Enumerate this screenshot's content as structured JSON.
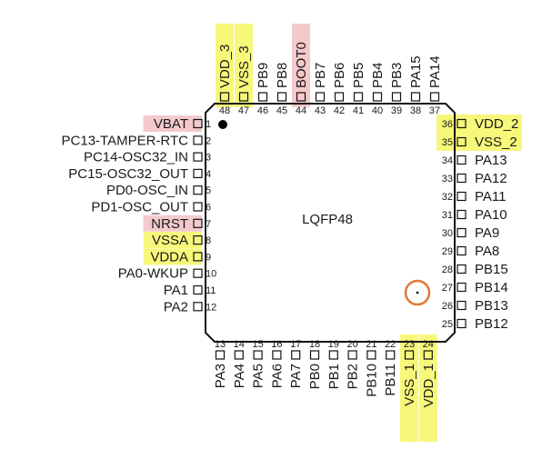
{
  "diagram": {
    "package_label": "LQFP48",
    "colors": {
      "power_highlight": "#f7f77a",
      "control_highlight": "#f4c9cc",
      "body_stroke": "#111111",
      "marker_circle": "#e2793a"
    },
    "pins": {
      "left": [
        {
          "num": "1",
          "label": "VBAT",
          "hl": "pink"
        },
        {
          "num": "2",
          "label": "PC13-TAMPER-RTC",
          "hl": ""
        },
        {
          "num": "3",
          "label": "PC14-OSC32_IN",
          "hl": ""
        },
        {
          "num": "4",
          "label": "PC15-OSC32_OUT",
          "hl": ""
        },
        {
          "num": "5",
          "label": "PD0-OSC_IN",
          "hl": ""
        },
        {
          "num": "6",
          "label": "PD1-OSC_OUT",
          "hl": ""
        },
        {
          "num": "7",
          "label": "NRST",
          "hl": "pink"
        },
        {
          "num": "8",
          "label": "VSSA",
          "hl": "yellow"
        },
        {
          "num": "9",
          "label": "VDDA",
          "hl": "yellow"
        },
        {
          "num": "10",
          "label": "PA0-WKUP",
          "hl": ""
        },
        {
          "num": "11",
          "label": "PA1",
          "hl": ""
        },
        {
          "num": "12",
          "label": "PA2",
          "hl": ""
        }
      ],
      "bottom": [
        {
          "num": "13",
          "label": "PA3",
          "hl": ""
        },
        {
          "num": "14",
          "label": "PA4",
          "hl": ""
        },
        {
          "num": "15",
          "label": "PA5",
          "hl": ""
        },
        {
          "num": "16",
          "label": "PA6",
          "hl": ""
        },
        {
          "num": "17",
          "label": "PA7",
          "hl": ""
        },
        {
          "num": "18",
          "label": "PB0",
          "hl": ""
        },
        {
          "num": "19",
          "label": "PB1",
          "hl": ""
        },
        {
          "num": "20",
          "label": "PB2",
          "hl": ""
        },
        {
          "num": "21",
          "label": "PB10",
          "hl": ""
        },
        {
          "num": "22",
          "label": "PB11",
          "hl": ""
        },
        {
          "num": "23",
          "label": "VSS_1",
          "hl": "yellow"
        },
        {
          "num": "24",
          "label": "VDD_1",
          "hl": "yellow"
        }
      ],
      "right": [
        {
          "num": "25",
          "label": "PB12",
          "hl": ""
        },
        {
          "num": "26",
          "label": "PB13",
          "hl": ""
        },
        {
          "num": "27",
          "label": "PB14",
          "hl": ""
        },
        {
          "num": "28",
          "label": "PB15",
          "hl": ""
        },
        {
          "num": "29",
          "label": "PA8",
          "hl": ""
        },
        {
          "num": "30",
          "label": "PA9",
          "hl": ""
        },
        {
          "num": "31",
          "label": "PA10",
          "hl": ""
        },
        {
          "num": "32",
          "label": "PA11",
          "hl": ""
        },
        {
          "num": "33",
          "label": "PA12",
          "hl": ""
        },
        {
          "num": "34",
          "label": "PA13",
          "hl": ""
        },
        {
          "num": "35",
          "label": "VSS_2",
          "hl": "yellow"
        },
        {
          "num": "36",
          "label": "VDD_2",
          "hl": "yellow"
        }
      ],
      "top": [
        {
          "num": "37",
          "label": "PA14",
          "hl": ""
        },
        {
          "num": "38",
          "label": "PA15",
          "hl": ""
        },
        {
          "num": "39",
          "label": "PB3",
          "hl": ""
        },
        {
          "num": "40",
          "label": "PB4",
          "hl": ""
        },
        {
          "num": "41",
          "label": "PB5",
          "hl": ""
        },
        {
          "num": "42",
          "label": "PB6",
          "hl": ""
        },
        {
          "num": "43",
          "label": "PB7",
          "hl": ""
        },
        {
          "num": "44",
          "label": "BOOT0",
          "hl": "pink"
        },
        {
          "num": "45",
          "label": "PB8",
          "hl": ""
        },
        {
          "num": "46",
          "label": "PB9",
          "hl": ""
        },
        {
          "num": "47",
          "label": "VSS_3",
          "hl": "yellow"
        },
        {
          "num": "48",
          "label": "VDD_3",
          "hl": "yellow"
        }
      ]
    }
  }
}
